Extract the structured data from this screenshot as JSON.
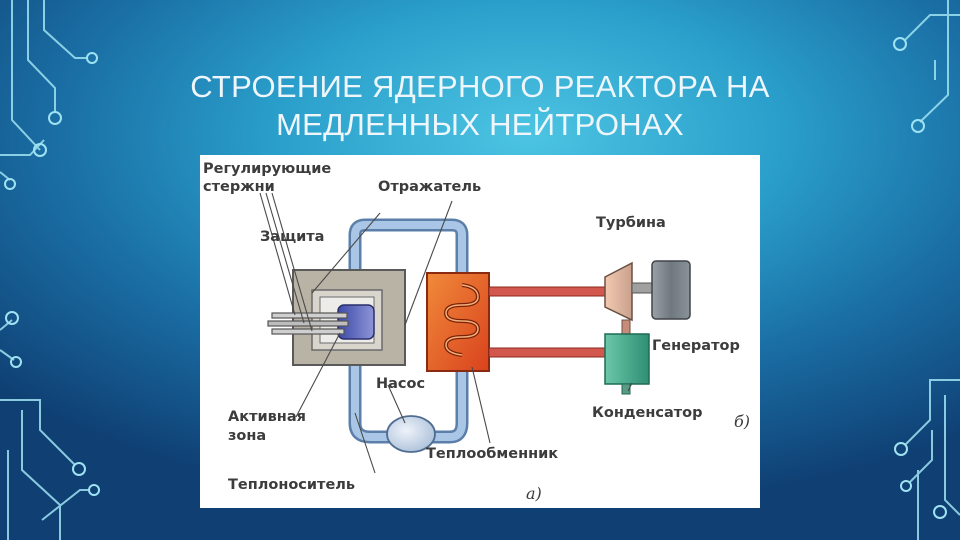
{
  "slide": {
    "title_line1": "СТРОЕНИЕ ЯДЕРНОГО РЕАКТОРА НА",
    "title_line2": "МЕДЛЕННЫХ НЕЙТРОНАХ"
  },
  "diagram": {
    "labels": {
      "control_rods_1": "Регулирующие",
      "control_rods_2": "стержни",
      "reflector": "Отражатель",
      "shield": "Защита",
      "turbine": "Турбина",
      "generator": "Генератор",
      "pump": "Насос",
      "core_1": "Активная",
      "core_2": "зона",
      "condenser": "Конденсатор",
      "heat_exchanger": "Теплообменник",
      "coolant": "Теплоноситель",
      "part_a": "а)",
      "part_b": "б)"
    }
  },
  "colors": {
    "accent_circuit": "#9fe3f2",
    "water_loop": "#7fa6cf",
    "steam_pipe": "#d9534f",
    "exchanger": "#e8632a",
    "condenser": "#3aa88a",
    "generator": "#7a8288"
  }
}
